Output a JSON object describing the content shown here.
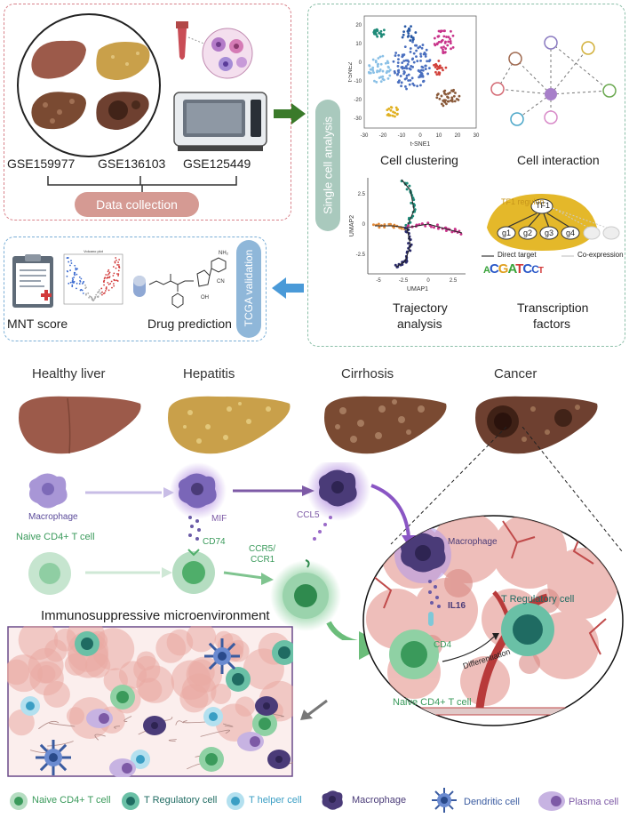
{
  "top": {
    "geo_ids": [
      "GSE159977",
      "GSE136103",
      "GSE125449"
    ],
    "data_collection": "Data collection",
    "single_cell": "Single cell analysis",
    "analyses": {
      "clustering": "Cell clustering",
      "interaction": "Cell interaction",
      "trajectory_1": "Trajectory",
      "trajectory_2": "analysis",
      "tf_1": "Transcription",
      "tf_2": "factors"
    },
    "tsne": {
      "xlabel": "t-SNE1",
      "ylabel": "t-SNE2",
      "xticks": [
        "-30",
        "-20",
        "-10",
        "0",
        "10",
        "20",
        "30"
      ],
      "yticks": [
        "20",
        "10",
        "0",
        "-10",
        "-20",
        "-30"
      ]
    },
    "umap": {
      "xlabel": "UMAP1",
      "ylabel": "UMAP2",
      "xticks": [
        "-5",
        "-2.5",
        "0",
        "2.5"
      ],
      "yticks": [
        "2.5",
        "0",
        "-2.5"
      ]
    },
    "tf": {
      "regulon": "TF1 regulon",
      "tf": "TF1",
      "genes": [
        "g1",
        "g2",
        "g3",
        "g4"
      ],
      "direct": "Direct target",
      "coexp": "Co-expression",
      "motif": [
        "A",
        "C",
        "G",
        "A",
        "T",
        "C",
        "C",
        "T"
      ]
    },
    "validation": "TCGA validation",
    "mnt": "MNT score",
    "drug": "Drug prediction",
    "volcano_title": "Volcano plot"
  },
  "stages": [
    "Healthy liver",
    "Hepatitis",
    "Cirrhosis",
    "Cancer"
  ],
  "cells_flow": {
    "macrophage": "Macrophage",
    "naive": "Naive CD4+ T cell",
    "mif": "MIF",
    "cd74": "CD74",
    "ccl5": "CCL5",
    "ccr5": "CCR5/",
    "ccr1": "CCR1"
  },
  "circle": {
    "macrophage": "Macrophage",
    "il16": "IL16",
    "cd4": "CD4",
    "treg": "T Regulatory cell",
    "differentiation": "Differentiation",
    "naive": "Naive CD4+ T cell"
  },
  "immuno_title": "Immunosuppressive microenvironment",
  "legend": [
    {
      "label": "Naive CD4+ T cell",
      "color": "#3a9a5b"
    },
    {
      "label": "T Regulatory cell",
      "color": "#1f6b62"
    },
    {
      "label": "T helper cell",
      "color": "#3a9ec4"
    },
    {
      "label": "Macrophage",
      "color": "#4a3b78"
    },
    {
      "label": "Dendritic cell",
      "color": "#3a5ba0"
    },
    {
      "label": "Plasma cell",
      "color": "#7d5aa6"
    }
  ],
  "colors": {
    "red_dash": "#d9828a",
    "green_dash": "#8bbfa8",
    "blue_dash": "#7aaed6",
    "pill": "#d59a93",
    "val_pill": "#8fb7d9",
    "sc_pill": "#a9c9bd",
    "liver_healthy": "#9c5a4a",
    "liver_hep": "#c9a04a",
    "liver_cirr": "#7a4a32"
  }
}
